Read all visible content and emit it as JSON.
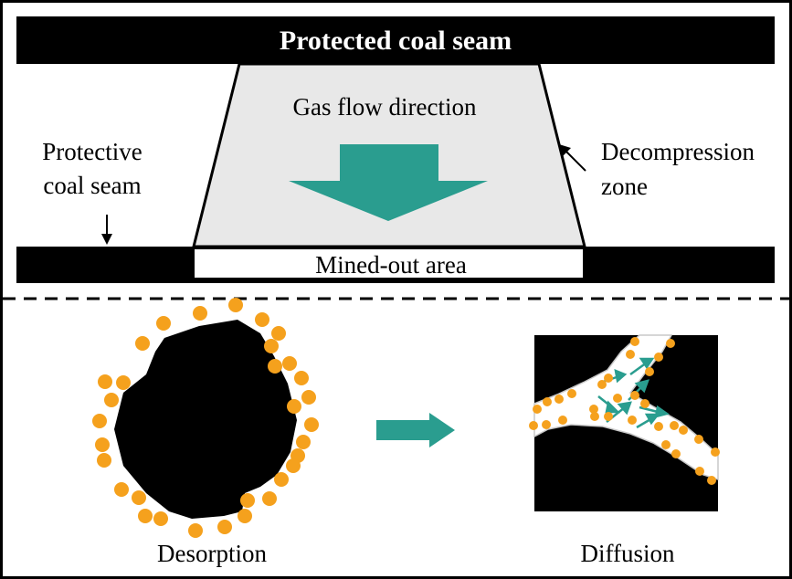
{
  "top_panel": {
    "protected_seam_label": "Protected coal seam",
    "gas_flow_label": "Gas flow direction",
    "protective_seam_label_line1": "Protective",
    "protective_seam_label_line2": "coal seam",
    "decompression_label_line1": "Decompression",
    "decompression_label_line2": "zone",
    "mined_out_label": "Mined-out area"
  },
  "bottom_panel": {
    "desorption_label": "Desorption",
    "diffusion_label": "Diffusion"
  },
  "colors": {
    "teal": "#2a9d8f",
    "orange": "#f5a11d",
    "zone_fill": "#e8e8e8",
    "black": "#000000"
  }
}
